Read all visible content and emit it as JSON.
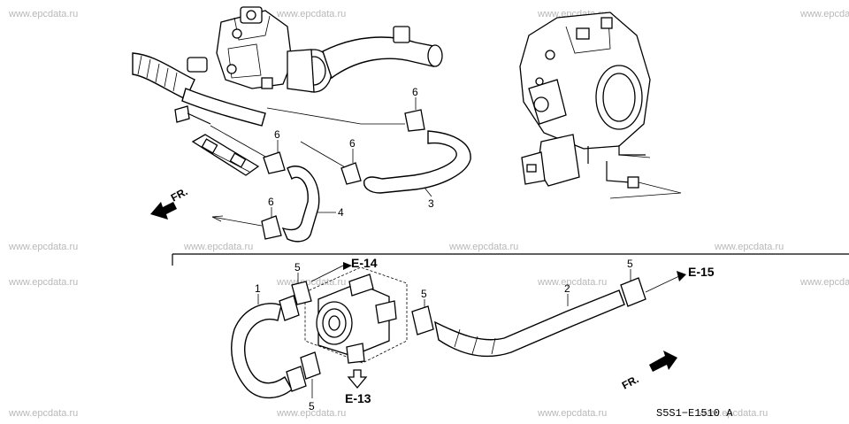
{
  "watermarks": [
    "www.epcdata.ru",
    "www.epcdata.ru",
    "www.epcdata.ru",
    "www.epcdata.ru",
    "www.epcdata.ru",
    "www.epcdata.ru",
    "www.epcdata.ru",
    "www.epcdata.ru",
    "www.epcdata.ru",
    "www.epcdata.ru",
    "www.epcdata.ru",
    "www.epcdata.ru",
    "www.epcdata.ru",
    "www.epcdata.ru",
    "www.epcdata.ru",
    "www.epcdata.ru"
  ],
  "callouts": {
    "c6a": "6",
    "c6b": "6",
    "c6c": "6",
    "c6d": "6",
    "c3": "3",
    "c4": "4",
    "c5a": "5",
    "c5b": "5",
    "c5c": "5",
    "c5d": "5",
    "c1": "1",
    "c2": "2"
  },
  "refs": {
    "e14": "E-14",
    "e15": "E-15",
    "e13": "E-13"
  },
  "fr_upper": "FR.",
  "fr_lower": "FR.",
  "diagram_code": "S5S1−E1510 A",
  "colors": {
    "line": "#000000",
    "watermark": "#b8b8b8",
    "background": "#ffffff"
  }
}
